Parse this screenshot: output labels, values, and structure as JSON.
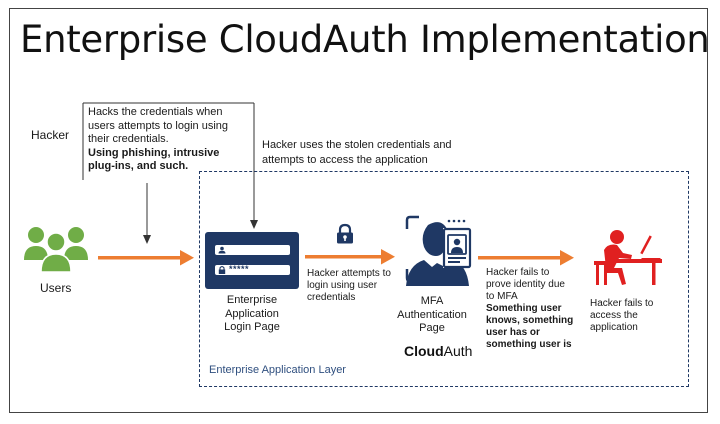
{
  "title": "Enterprise CloudAuth Implementation",
  "hacker_label": "Hacker",
  "hack_note": {
    "line1": "Hacks the credentials when",
    "line2": "users attempts to login using",
    "line3": "their credentials.",
    "bold1": "Using phishing, intrusive",
    "bold2": "plug-ins, and such."
  },
  "stolen_note": {
    "line1": "Hacker uses the stolen credentials and",
    "line2": "attempts to access  the application"
  },
  "users_label": "Users",
  "login_page": {
    "line1": "Enterprise",
    "line2": "Application",
    "line3": "Login Page",
    "password_mask": "*****"
  },
  "attempt_note": {
    "line1": "Hacker attempts to",
    "line2": "login using user",
    "line3": "credentials"
  },
  "mfa_page": {
    "line1": "MFA",
    "line2": "Authentication",
    "line3": "Page",
    "brand_bold": "Cloud",
    "brand_regular": "Auth"
  },
  "fails_prove": {
    "line1": "Hacker fails to",
    "line2": "prove identity due",
    "line3": "to MFA",
    "bold1": "Something user",
    "bold2": "knows, something",
    "bold3": "user has or",
    "bold4": "something user is"
  },
  "fails_access": {
    "line1": "Hacker fails to",
    "line2": "access the",
    "line3": "application"
  },
  "layer_label": "Enterprise Application Layer",
  "colors": {
    "arrow": "#ed7d31",
    "navy": "#1f3864",
    "users_green": "#70ad47",
    "hacker_red": "#e02020"
  }
}
